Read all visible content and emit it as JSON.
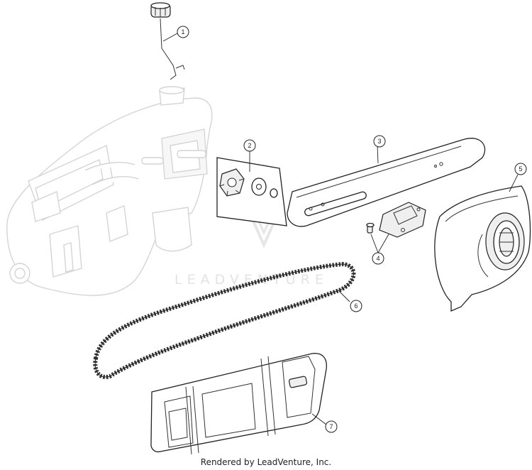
{
  "diagram": {
    "callouts": [
      "1",
      "2",
      "3",
      "4",
      "5",
      "6",
      "7"
    ],
    "watermark_text": "LEADVENTURE",
    "footer": "Rendered by LeadVenture, Inc."
  }
}
